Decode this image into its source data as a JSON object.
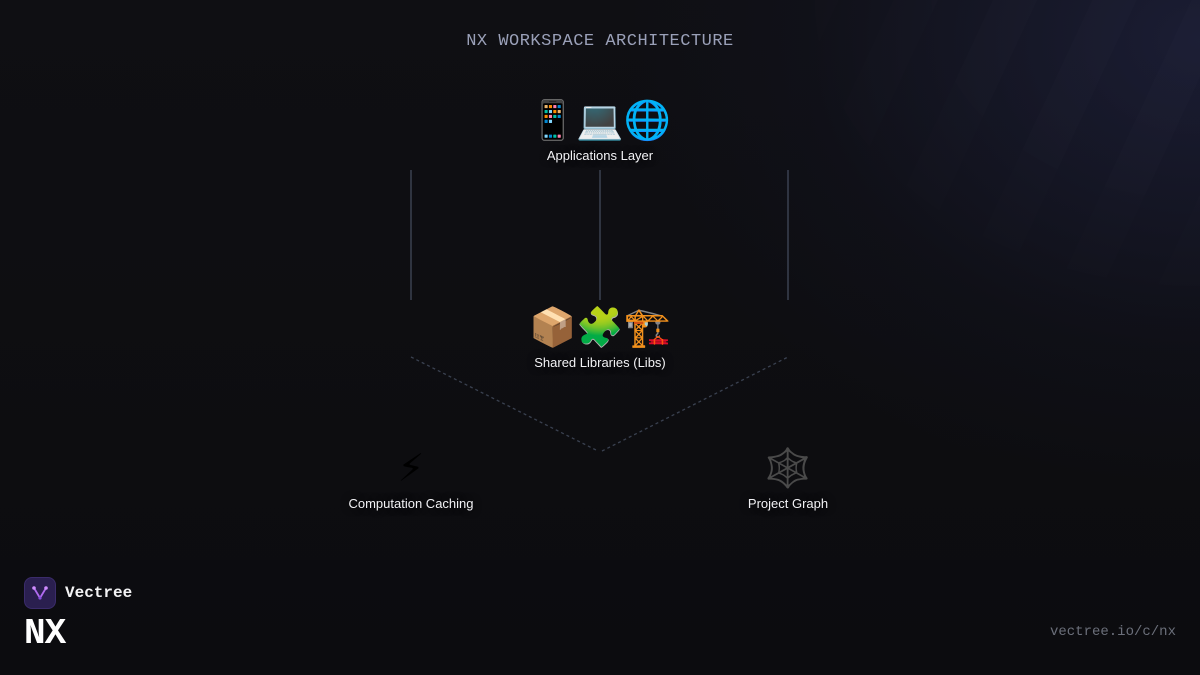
{
  "title": "NX WORKSPACE ARCHITECTURE",
  "nodes": {
    "applications": {
      "label": "Applications Layer",
      "icons": [
        {
          "name": "mobile-phone-icon",
          "glyph": "📱"
        },
        {
          "name": "laptop-icon",
          "glyph": "💻"
        },
        {
          "name": "globe-icon",
          "glyph": "🌐"
        }
      ]
    },
    "libraries": {
      "label": "Shared Libraries (Libs)",
      "icons": [
        {
          "name": "package-icon",
          "glyph": "📦"
        },
        {
          "name": "puzzle-piece-icon",
          "glyph": "🧩"
        },
        {
          "name": "construction-crane-icon",
          "glyph": "🏗️"
        }
      ]
    },
    "caching": {
      "label": "Computation Caching",
      "icons": [
        {
          "name": "lightning-bolt-icon",
          "glyph": "⚡"
        }
      ]
    },
    "graph": {
      "label": "Project Graph",
      "icons": [
        {
          "name": "spider-web-icon",
          "glyph": "🕸️"
        }
      ]
    }
  },
  "brand": {
    "name": "Vectree",
    "product": "NX",
    "url": "vectree.io/c/nx"
  },
  "colors": {
    "background": "#0d0d10",
    "connector": "#3a4150",
    "title": "#9aa0b8",
    "brand_logo": "#2a1f4f",
    "brand_accent": "#b06cf0"
  }
}
